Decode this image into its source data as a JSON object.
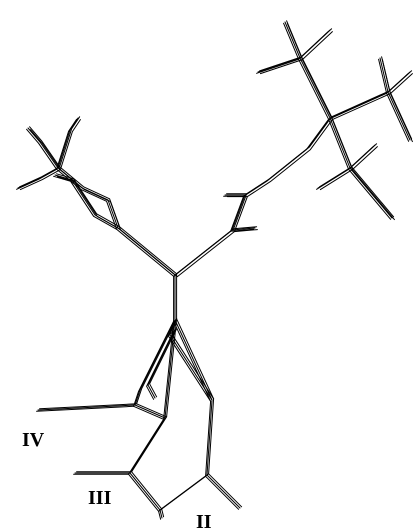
{
  "figure": {
    "labels": [
      {
        "id": "IV",
        "text": "IV"
      },
      {
        "id": "III",
        "text": "III"
      },
      {
        "id": "II",
        "text": "II"
      }
    ]
  }
}
